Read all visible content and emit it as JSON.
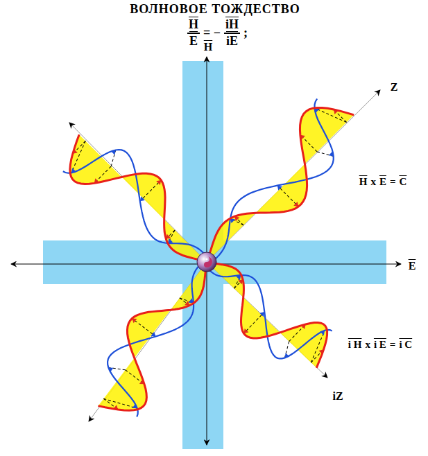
{
  "diagram": {
    "title": "ВОЛНОВОЕ ТОЖДЕСТВО",
    "labels": [
      "H",
      "E",
      "= −",
      "iH",
      "iE",
      ";",
      "H",
      "Z",
      "E",
      "iZ",
      "H",
      "x",
      "E",
      "=",
      "C",
      "i H",
      "x",
      "i E",
      "=",
      "i C"
    ]
  }
}
